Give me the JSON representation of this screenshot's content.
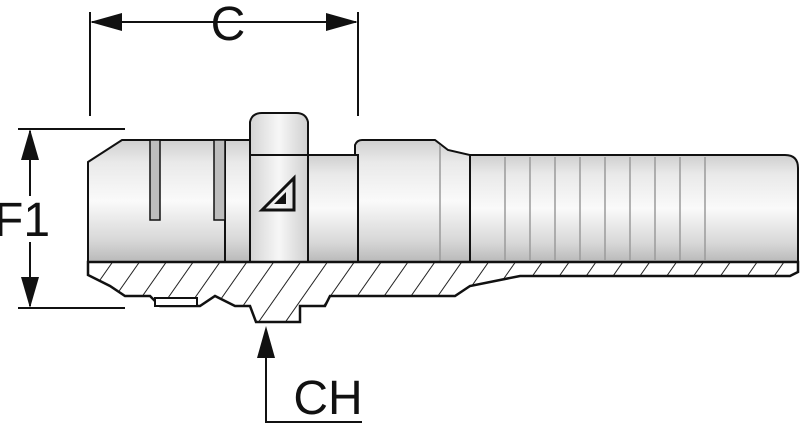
{
  "labels": {
    "c": "C",
    "f1": "F1",
    "ch": "CH"
  },
  "colors": {
    "line": "#111111",
    "metal_light": "#f2f2f2",
    "metal_mid": "#c9c9c9",
    "metal_dark": "#8a8a8a",
    "hatch": "#222222"
  },
  "icons": {
    "logo": "triangle-brand-icon"
  }
}
